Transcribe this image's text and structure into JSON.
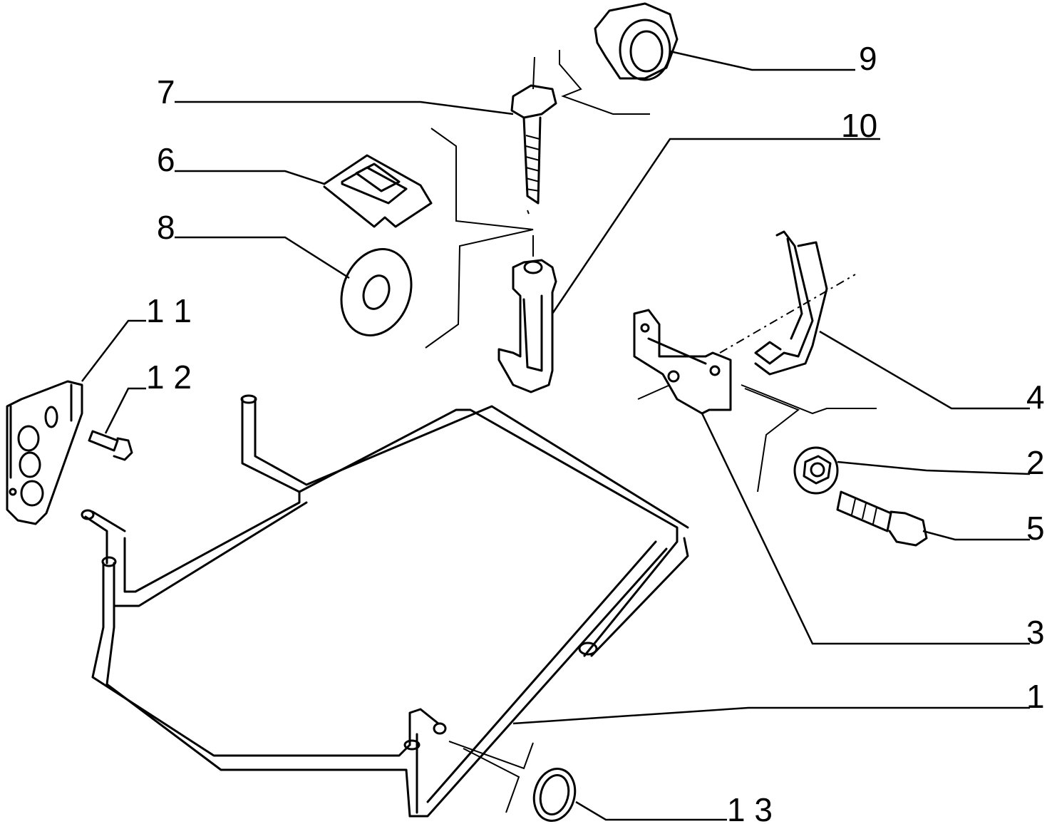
{
  "diagram": {
    "callouts": [
      {
        "id": "1",
        "text": "1"
      },
      {
        "id": "2",
        "text": "2"
      },
      {
        "id": "3",
        "text": "3"
      },
      {
        "id": "4",
        "text": "4"
      },
      {
        "id": "5",
        "text": "5"
      },
      {
        "id": "6",
        "text": "6"
      },
      {
        "id": "7",
        "text": "7"
      },
      {
        "id": "8",
        "text": "8"
      },
      {
        "id": "9",
        "text": "9"
      },
      {
        "id": "10",
        "text": "10"
      },
      {
        "id": "11",
        "text": "1 1"
      },
      {
        "id": "12",
        "text": "1 2"
      },
      {
        "id": "13",
        "text": "1 3"
      }
    ]
  }
}
